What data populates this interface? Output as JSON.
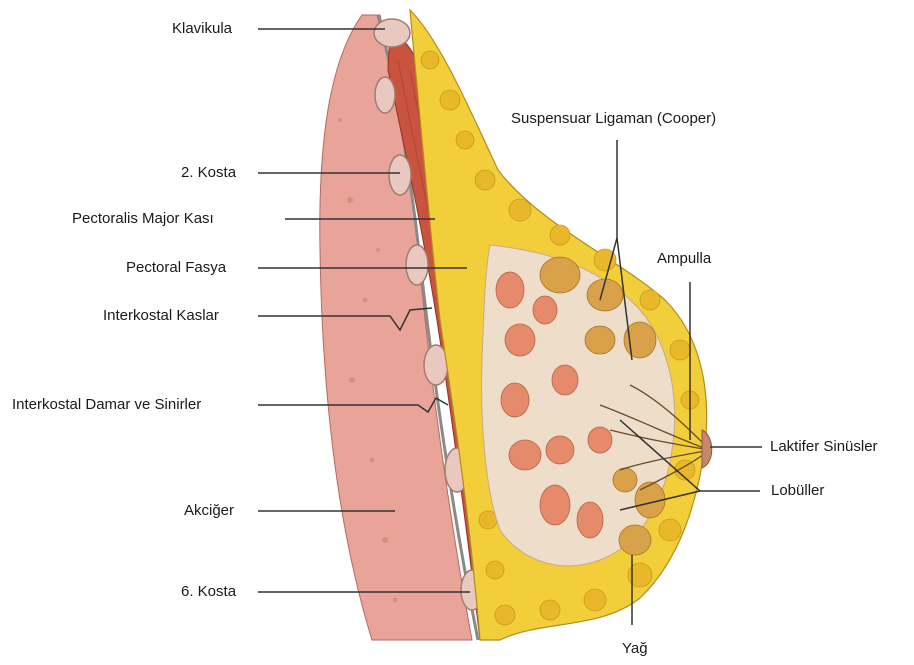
{
  "labels": {
    "klavikula": "Klavikula",
    "kosta2": "2. Kosta",
    "pectoralis_major": "Pectoralis Major Kası",
    "pectoral_fasya": "Pectoral Fasya",
    "interkostal_kaslar": "Interkostal Kaslar",
    "interkostal_damar": "Interkostal Damar ve Sinirler",
    "akciger": "Akciğer",
    "kosta6": "6. Kosta",
    "suspensuar": "Suspensuar Ligaman (Cooper)",
    "ampulla": "Ampulla",
    "laktifer": "Laktifer Sinüsler",
    "lobuller": "Lobüller",
    "yag": "Yağ"
  },
  "colors": {
    "lung": "#e9a49a",
    "muscle": "#c9533f",
    "fat": "#f2cf3a",
    "gland": "#e58a6a",
    "lobule": "#d9a24a",
    "rib": "#e8c8bf",
    "leader": "#333333"
  }
}
